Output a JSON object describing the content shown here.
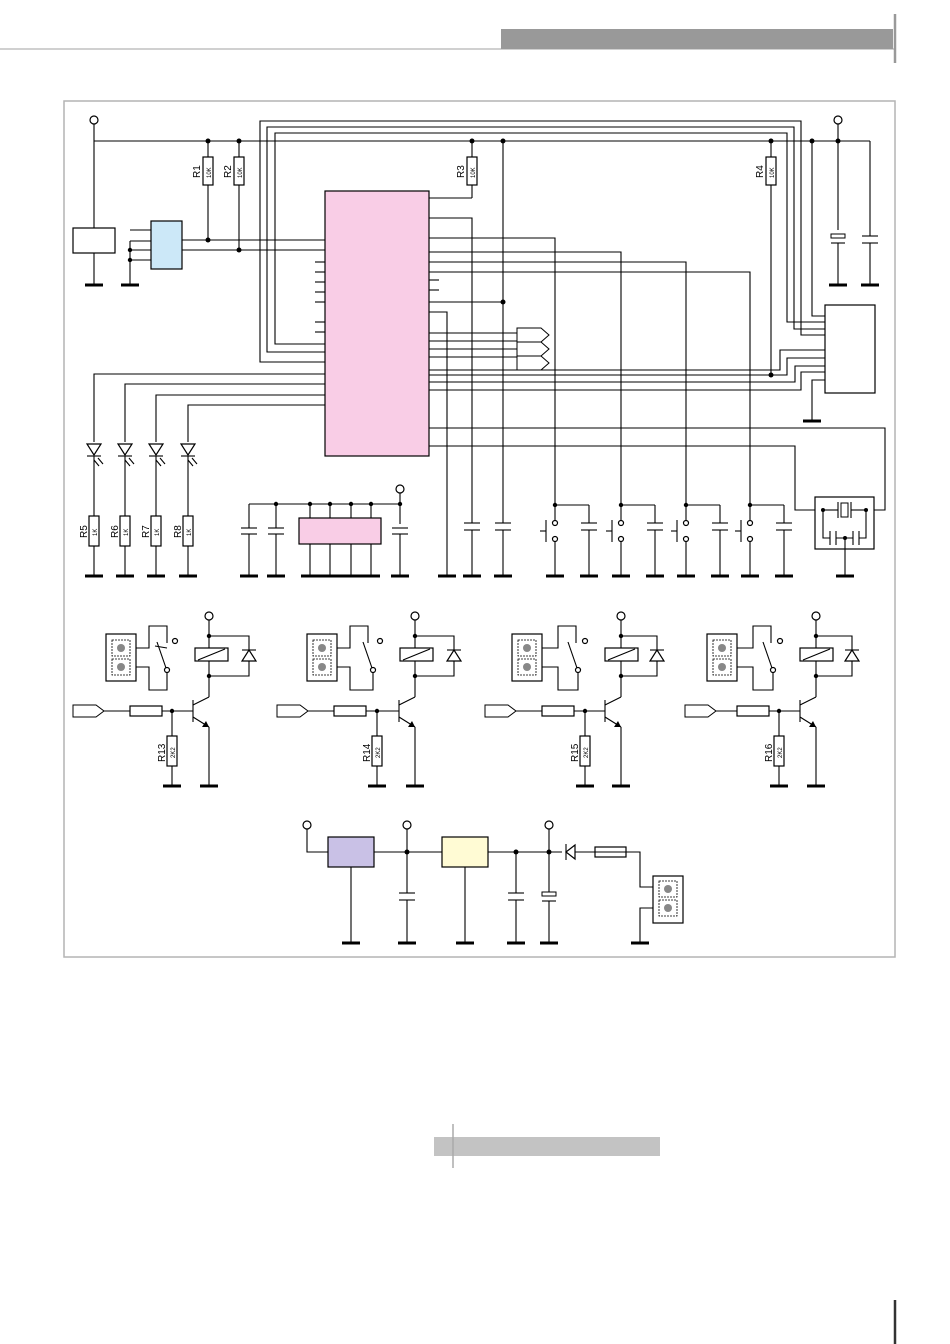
{
  "colors": {
    "microcontroller": "#f9cde6",
    "header_bar": "#999999",
    "footer_bar": "#c3c3c3",
    "light_blue_ic": "#cce8f8",
    "regulator_violet": "#c9c1e6",
    "regulator_yellow": "#fffbd4",
    "frame": "#b4b4b4"
  },
  "resistors": {
    "r1": {
      "name": "R1",
      "value": "10K"
    },
    "r2": {
      "name": "R2",
      "value": "10K"
    },
    "r3": {
      "name": "R3",
      "value": "10K"
    },
    "r4": {
      "name": "R4",
      "value": "10K"
    },
    "r5": {
      "name": "R5",
      "value": "1K"
    },
    "r6": {
      "name": "R6",
      "value": "1K"
    },
    "r7": {
      "name": "R7",
      "value": "1K"
    },
    "r8": {
      "name": "R8",
      "value": "1K"
    },
    "r13": {
      "name": "R13",
      "value": "2K2"
    },
    "r14": {
      "name": "R14",
      "value": "2K2"
    },
    "r15": {
      "name": "R15",
      "value": "2K2"
    },
    "r16": {
      "name": "R16",
      "value": "2K2"
    }
  }
}
